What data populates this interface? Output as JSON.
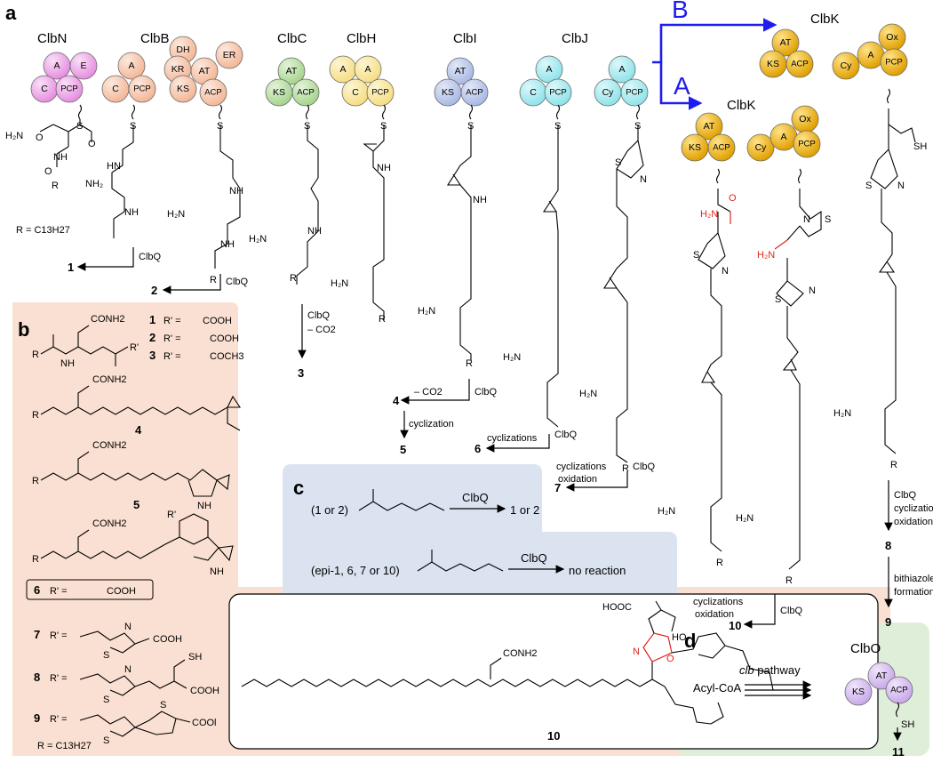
{
  "panels": {
    "a": "a",
    "b": "b",
    "c": "c",
    "d": "d"
  },
  "colors": {
    "pink": "#e58fe0",
    "peach": "#f3b797",
    "green": "#a6d48e",
    "yellow": "#f6de84",
    "lavender": "#a9b9e4",
    "cyan": "#8fe3ea",
    "gold": "#f2b411",
    "purple": "#c9a9ea",
    "red": "#e0241b",
    "blue": "#1d1df0",
    "panel_b_bg": "#fae0d2",
    "panel_c_bg": "#dbe3f1",
    "panel_d_bg": "#dfeed9"
  },
  "enzymes": {
    "clbN": "ClbN",
    "clbB": "ClbB",
    "clbC": "ClbC",
    "clbH": "ClbH",
    "clbI": "ClbI",
    "clbJ": "ClbJ",
    "clbK_a": "ClbK",
    "clbK_b": "ClbK",
    "clbO": "ClbO"
  },
  "domains": {
    "A": "A",
    "E": "E",
    "C": "C",
    "PCP": "PCP",
    "KR": "KR",
    "DH": "DH",
    "ER": "ER",
    "AT": "AT",
    "KS": "KS",
    "ACP": "ACP",
    "Cy": "Cy",
    "Ox": "Ox"
  },
  "routes": {
    "B": "B",
    "A": "A"
  },
  "panel_a": {
    "r_def": "R = C13H27",
    "clbq": "ClbQ",
    "minus_co2": "– CO2",
    "cyclization": "cyclization",
    "cyclizations": "cyclizations",
    "oxidation": "oxidation",
    "bithiazole_1": "bithiazole",
    "bithiazole_2": "formation",
    "products": [
      "1",
      "2",
      "3",
      "4",
      "5",
      "6",
      "7",
      "8",
      "9",
      "10"
    ]
  },
  "panel_b": {
    "r_prime": "R'",
    "cooh": "COOH",
    "coch3": "COCH3",
    "conh2": "CONH2",
    "sh": "SH",
    "cool": "COOl",
    "r_def": "R = C13H27",
    "nh": "NH",
    "n": "N",
    "s": "S",
    "o": "O",
    "h": "H",
    "items": [
      "1",
      "2",
      "3",
      "4",
      "5",
      "6",
      "7",
      "8",
      "9"
    ]
  },
  "panel_c": {
    "reactants_1": "(1 or 2)",
    "reactants_2": "(epi-1, 6, 7 or 10)",
    "clbq": "ClbQ",
    "product_1": "1 or 2",
    "product_2": "no reaction"
  },
  "compound_10": {
    "label": "10",
    "hooc": "HOOC",
    "ho": "HO",
    "conh2": "CONH2"
  },
  "panel_d": {
    "substrate": "Acyl-CoA",
    "pathway_italic": "clb",
    "pathway_rest": " pathway",
    "product": "11"
  }
}
